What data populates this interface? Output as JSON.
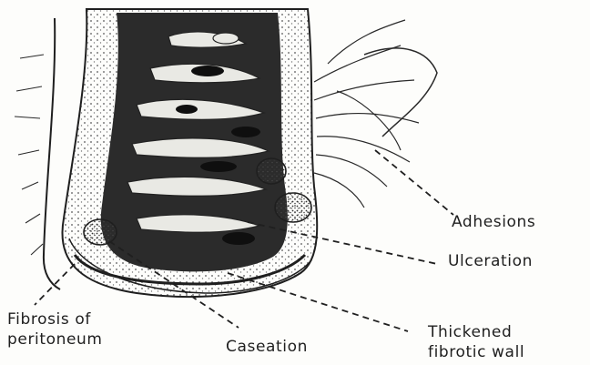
{
  "figure": {
    "labels": {
      "adhesions": "Adhesions",
      "ulceration": "Ulceration",
      "fibrosis_line1": "Fibrosis of",
      "fibrosis_line2": "peritoneum",
      "caseation": "Caseation",
      "thickened_line1": "Thickened",
      "thickened_line2": "fibrotic wall"
    },
    "colors": {
      "ink": "#1f1f1f",
      "lumen_dark": "#2b2b2b",
      "paper": "#fdfdfb"
    }
  }
}
